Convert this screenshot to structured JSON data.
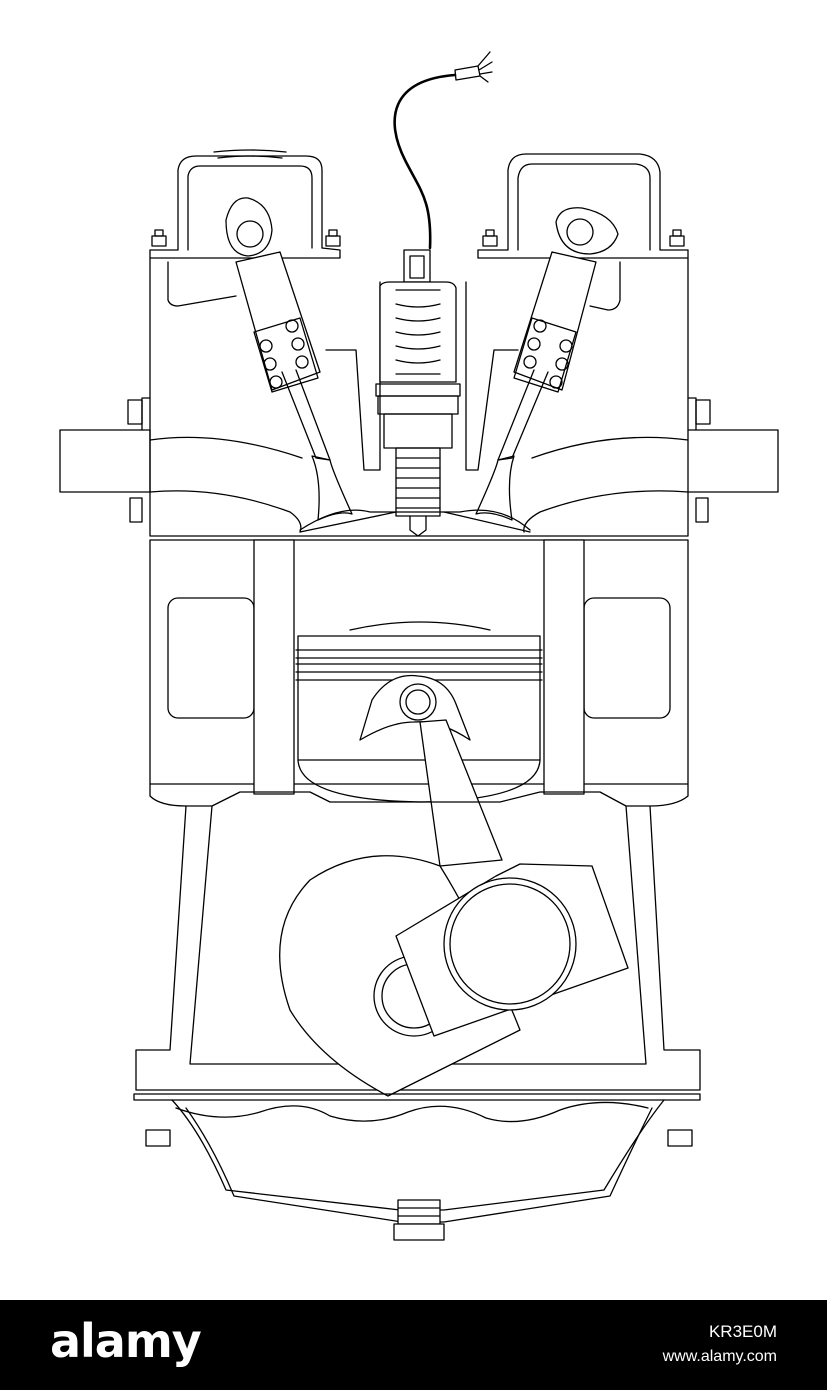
{
  "diagram": {
    "subject": "engine cutaway line drawing",
    "components": [
      "spark-plug",
      "ignition-wire",
      "intake-valve",
      "exhaust-valve",
      "camshaft",
      "piston",
      "connecting-rod",
      "crankshaft",
      "oil-sump",
      "drain-plug"
    ]
  },
  "footer": {
    "brand": "alamy",
    "image_id": "KR3E0M",
    "site": "www.alamy.com"
  },
  "colors": {
    "line": "#000000",
    "background": "#ffffff",
    "footer_bg": "#000000",
    "footer_text": "#ffffff"
  }
}
